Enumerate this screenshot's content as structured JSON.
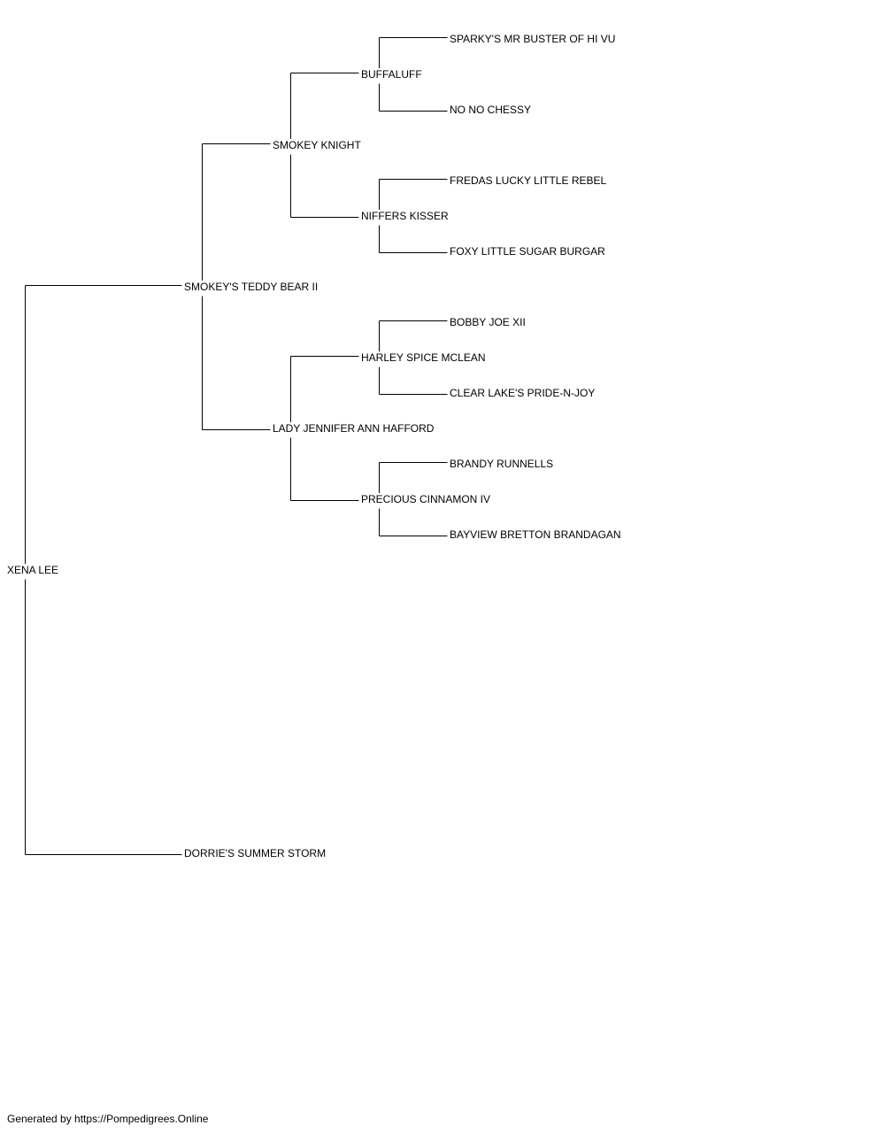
{
  "pedigree": {
    "subject": "XENA LEE",
    "sire": "SMOKEY'S TEDDY BEAR II",
    "dam": "DORRIE'S SUMMER STORM",
    "sire_sire": "SMOKEY KNIGHT",
    "sire_dam": "LADY JENNIFER ANN HAFFORD",
    "sire_sire_sire": "BUFFALUFF",
    "sire_sire_dam": "NIFFERS KISSER",
    "sire_dam_sire": "HARLEY SPICE MCLEAN",
    "sire_dam_dam": "PRECIOUS CINNAMON IV",
    "g4": [
      "SPARKY'S MR BUSTER OF HI VU",
      "NO NO CHESSY",
      "FREDAS LUCKY LITTLE REBEL",
      "FOXY LITTLE SUGAR BURGAR",
      "BOBBY JOE XII",
      "CLEAR LAKE'S PRIDE-N-JOY",
      "BRANDY RUNNELLS",
      "BAYVIEW BRETTON BRANDAGAN"
    ]
  },
  "footer": {
    "text": "Generated by https://Pompedigrees.Online"
  }
}
